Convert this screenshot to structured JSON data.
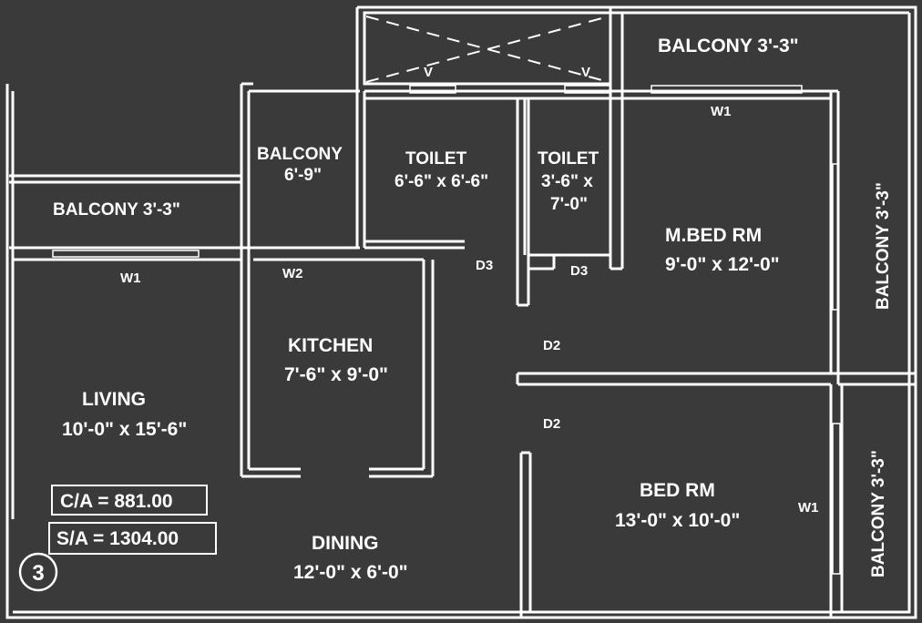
{
  "rooms": {
    "balcony_top": {
      "name": "BALCONY",
      "size": "3'-3\""
    },
    "balcony_left": {
      "name": "BALCONY",
      "size": "3'-3\""
    },
    "balcony_small": {
      "name": "BALCONY",
      "size": "6'-9\""
    },
    "balcony_right_top": {
      "name": "BALCONY",
      "size": "3'-3\""
    },
    "balcony_right_bottom": {
      "name": "BALCONY",
      "size": "3'-3\""
    },
    "toilet_1": {
      "name": "TOILET",
      "size": "6'-6\" x 6'-6\""
    },
    "toilet_2": {
      "name": "TOILET",
      "size_line1": "3'-6\" x",
      "size_line2": "7'-0\""
    },
    "master_bedroom": {
      "name": "M.BED RM",
      "size": "9'-0\" x 12'-0\""
    },
    "kitchen": {
      "name": "KITCHEN",
      "size": "7'-6\" x 9'-0\""
    },
    "living": {
      "name": "LIVING",
      "size": "10'-0\" x 15'-6\""
    },
    "dining": {
      "name": "DINING",
      "size": "12'-0\" x 6'-0\""
    },
    "bedroom": {
      "name": "BED RM",
      "size": "13'-0\" x 10'-0\""
    }
  },
  "markers": {
    "w1_top": "W1",
    "w1_living": "W1",
    "w1_bed": "W1",
    "w2": "W2",
    "d3_left": "D3",
    "d3_right": "D3",
    "d2_upper": "D2",
    "d2_lower": "D2",
    "v_left": "V",
    "v_right": "V"
  },
  "areas": {
    "carpet": "C/A = 881.00",
    "saleable": "S/A = 1304.00"
  },
  "unit_number": "3"
}
